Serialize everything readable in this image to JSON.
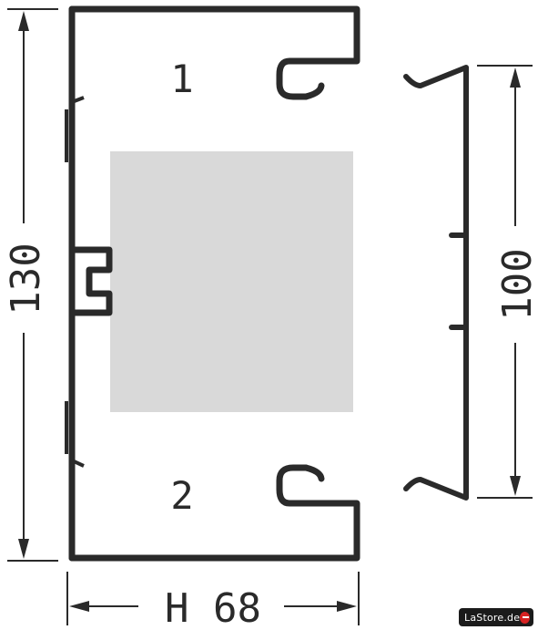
{
  "diagram": {
    "dimension_height_outer": "130",
    "dimension_height_inner": "100",
    "dimension_width": "H 68",
    "compartment_top_label": "1",
    "compartment_bottom_label": "2"
  },
  "watermark": {
    "text": "LaStore.de"
  },
  "colors": {
    "stroke": "#2a2a2a",
    "insert_fill": "#d9d9d9",
    "background": "#ffffff"
  }
}
